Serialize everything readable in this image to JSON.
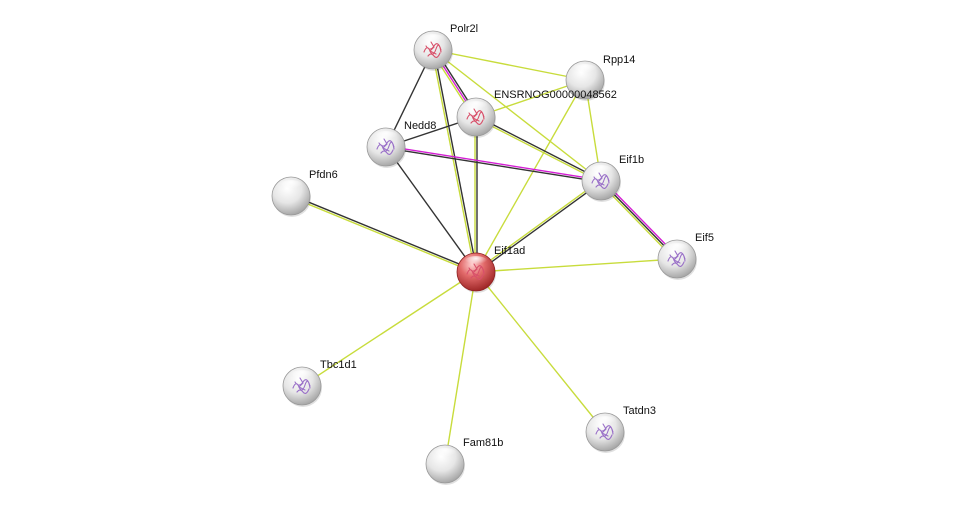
{
  "network": {
    "nodes": [
      {
        "id": "polr2l",
        "label": "Polr2l",
        "structure": "pink",
        "highlight": false
      },
      {
        "id": "rpp14",
        "label": "Rpp14",
        "structure": "none",
        "highlight": false
      },
      {
        "id": "ensrnog",
        "label": "ENSRNOG00000048562",
        "structure": "pink",
        "highlight": false
      },
      {
        "id": "nedd8",
        "label": "Nedd8",
        "structure": "purple",
        "highlight": false
      },
      {
        "id": "pfdn6",
        "label": "Pfdn6",
        "structure": "none",
        "highlight": false
      },
      {
        "id": "eif1b",
        "label": "Eif1b",
        "structure": "purple",
        "highlight": false
      },
      {
        "id": "eif1ad",
        "label": "Eif1ad",
        "structure": "pink",
        "highlight": true
      },
      {
        "id": "eif5",
        "label": "Eif5",
        "structure": "purple",
        "highlight": false
      },
      {
        "id": "tbc1d1",
        "label": "Tbc1d1",
        "structure": "purple",
        "highlight": false
      },
      {
        "id": "tatdn3",
        "label": "Tatdn3",
        "structure": "purple",
        "highlight": false
      },
      {
        "id": "fam81b",
        "label": "Fam81b",
        "structure": "none",
        "highlight": false
      }
    ],
    "edges": [
      {
        "from": "polr2l",
        "to": "rpp14",
        "types": [
          "textmining"
        ]
      },
      {
        "from": "polr2l",
        "to": "ensrnog",
        "types": [
          "coexpression",
          "experiments",
          "textmining"
        ]
      },
      {
        "from": "polr2l",
        "to": "eif1b",
        "types": [
          "textmining"
        ]
      },
      {
        "from": "polr2l",
        "to": "nedd8",
        "types": [
          "coexpression"
        ]
      },
      {
        "from": "polr2l",
        "to": "eif1ad",
        "types": [
          "coexpression",
          "textmining"
        ]
      },
      {
        "from": "rpp14",
        "to": "ensrnog",
        "types": [
          "textmining"
        ]
      },
      {
        "from": "rpp14",
        "to": "eif1b",
        "types": [
          "textmining"
        ]
      },
      {
        "from": "rpp14",
        "to": "eif1ad",
        "types": [
          "textmining"
        ]
      },
      {
        "from": "ensrnog",
        "to": "nedd8",
        "types": [
          "coexpression"
        ]
      },
      {
        "from": "ensrnog",
        "to": "eif1b",
        "types": [
          "coexpression",
          "textmining"
        ]
      },
      {
        "from": "ensrnog",
        "to": "eif1ad",
        "types": [
          "coexpression",
          "textmining"
        ]
      },
      {
        "from": "nedd8",
        "to": "eif1b",
        "types": [
          "experiments",
          "coexpression"
        ]
      },
      {
        "from": "nedd8",
        "to": "eif1ad",
        "types": [
          "coexpression"
        ]
      },
      {
        "from": "pfdn6",
        "to": "eif1ad",
        "types": [
          "coexpression",
          "textmining"
        ]
      },
      {
        "from": "eif1b",
        "to": "eif1ad",
        "types": [
          "coexpression",
          "textmining"
        ]
      },
      {
        "from": "eif1b",
        "to": "eif5",
        "types": [
          "experiments",
          "coexpression",
          "textmining"
        ]
      },
      {
        "from": "eif1ad",
        "to": "eif5",
        "types": [
          "textmining"
        ]
      },
      {
        "from": "eif1ad",
        "to": "tbc1d1",
        "types": [
          "textmining"
        ]
      },
      {
        "from": "eif1ad",
        "to": "fam81b",
        "types": [
          "textmining"
        ]
      },
      {
        "from": "eif1ad",
        "to": "tatdn3",
        "types": [
          "textmining"
        ]
      }
    ],
    "edge_colors": {
      "textmining": "#c8dc3c",
      "coexpression": "#333333",
      "experiments": "#d41ed4",
      "databases": "#4040e0"
    },
    "node_colors": {
      "default": "#d9d9d9",
      "highlight": "#d24848",
      "structure_pink": "#d8506a",
      "structure_purple": "#9a70c8"
    }
  }
}
